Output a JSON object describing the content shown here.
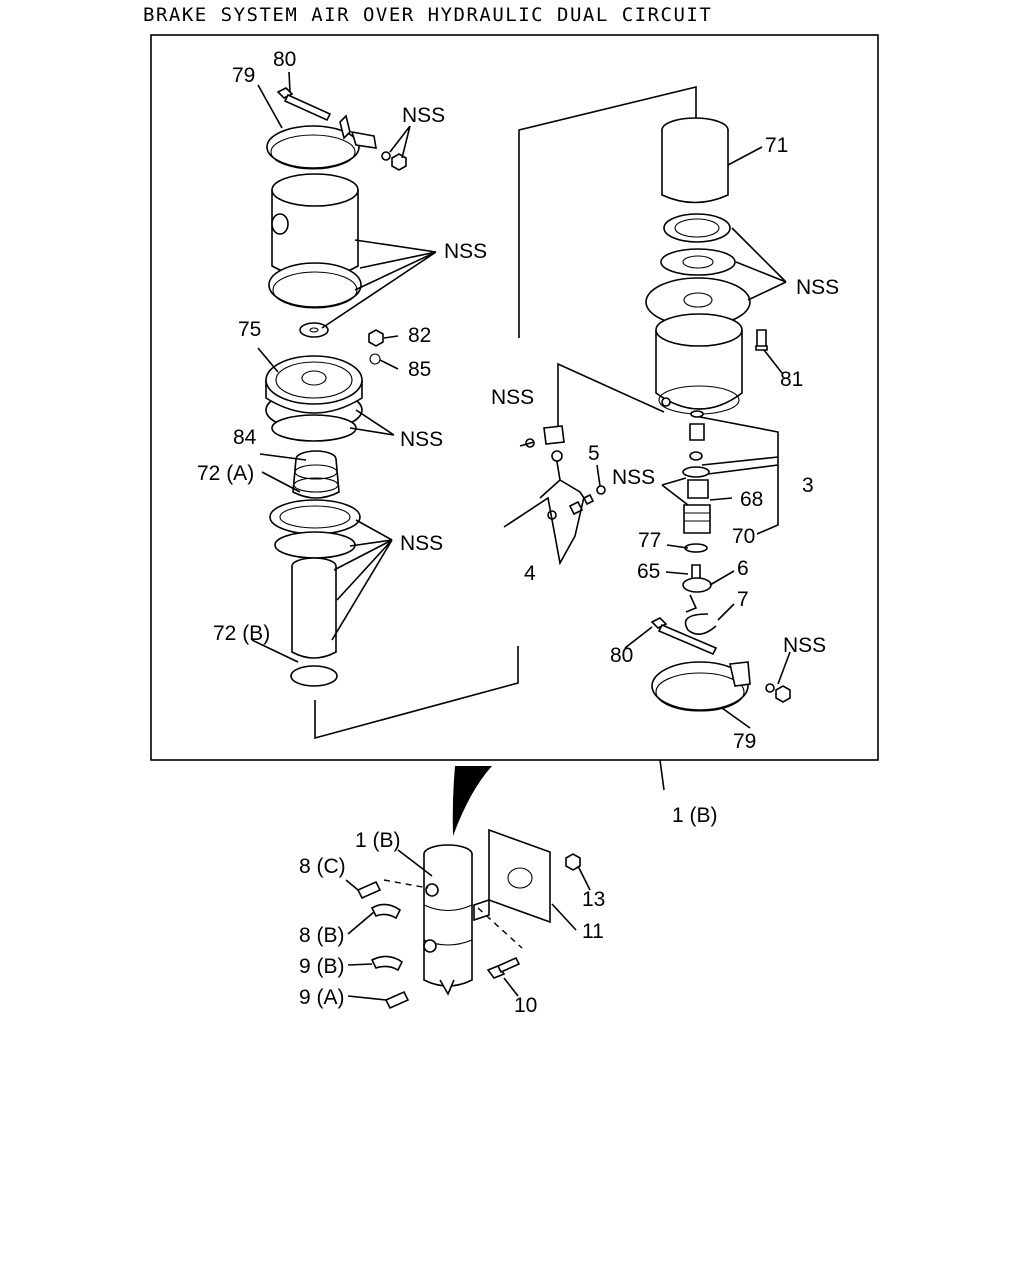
{
  "title": "BRAKE SYSTEM AIR OVER HYDRAULIC DUAL CIRCUIT",
  "labels": {
    "p79_top": "79",
    "p80_top": "80",
    "nss_top_clamp": "NSS",
    "nss_cylinder": "NSS",
    "p75": "75",
    "p82": "82",
    "p85": "85",
    "nss_diaphragm": "NSS",
    "p84": "84",
    "p72a": "72 (A)",
    "nss_boot": "NSS",
    "p72b": "72 (B)",
    "p71": "71",
    "nss_upper_right": "NSS",
    "p81": "81",
    "nss_bracket": "NSS",
    "p5": "5",
    "nss_mid_right": "NSS",
    "p3": "3",
    "p68": "68",
    "p70": "70",
    "p77": "77",
    "p65": "65",
    "p6": "6",
    "p4": "4",
    "p7": "7",
    "p80_bottom": "80",
    "nss_bottom_clamp": "NSS",
    "p79_bottom": "79",
    "p1b_pointer": "1 (B)",
    "p1b_assembly": "1 (B)",
    "p8c": "8 (C)",
    "p8b": "8 (B)",
    "p9b": "9 (B)",
    "p9a": "9 (A)",
    "p13": "13",
    "p11": "11",
    "p10": "10"
  }
}
